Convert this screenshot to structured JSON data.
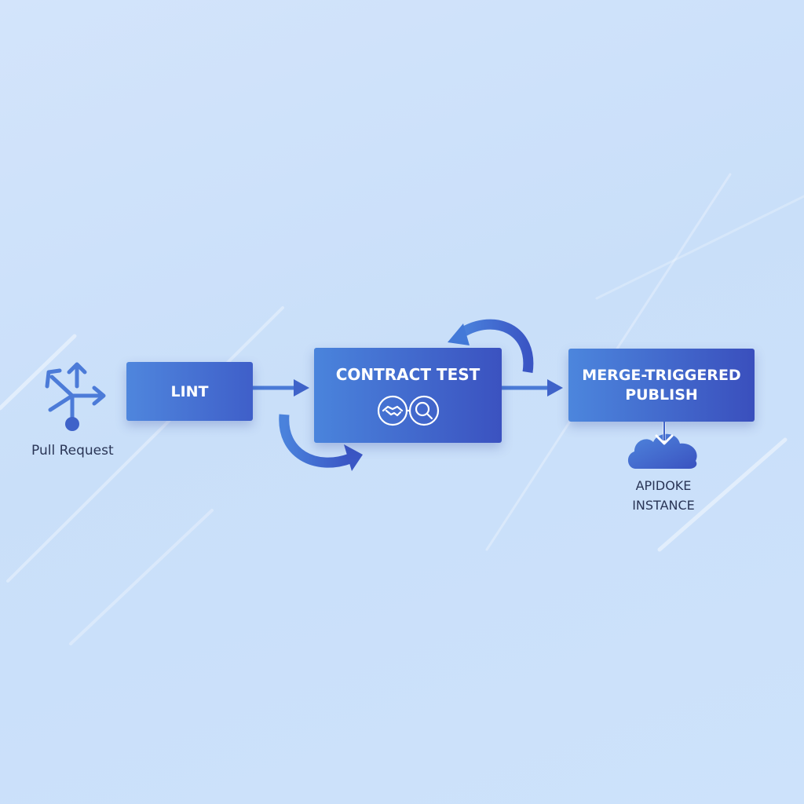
{
  "diagram": {
    "start": {
      "label": "Pull Request",
      "icon": "pull-request-icon"
    },
    "stages": [
      {
        "label": "LINT"
      },
      {
        "label": "CONTRACT TEST",
        "icon": "handshake-search-icon"
      },
      {
        "label_line1": "MERGE-TRIGGERED",
        "label_line2": "PUBLISH"
      }
    ],
    "destination": {
      "label_line1": "APIDOKE",
      "label_line2": "INSTANCE",
      "icon": "cloud-download-icon"
    },
    "colors": {
      "background": "#cde1fa",
      "stage_fill_start": "#4f86dd",
      "stage_fill_end": "#3a4fbd",
      "arrow": "#3f63c9",
      "text_dark": "#2a3556"
    }
  }
}
